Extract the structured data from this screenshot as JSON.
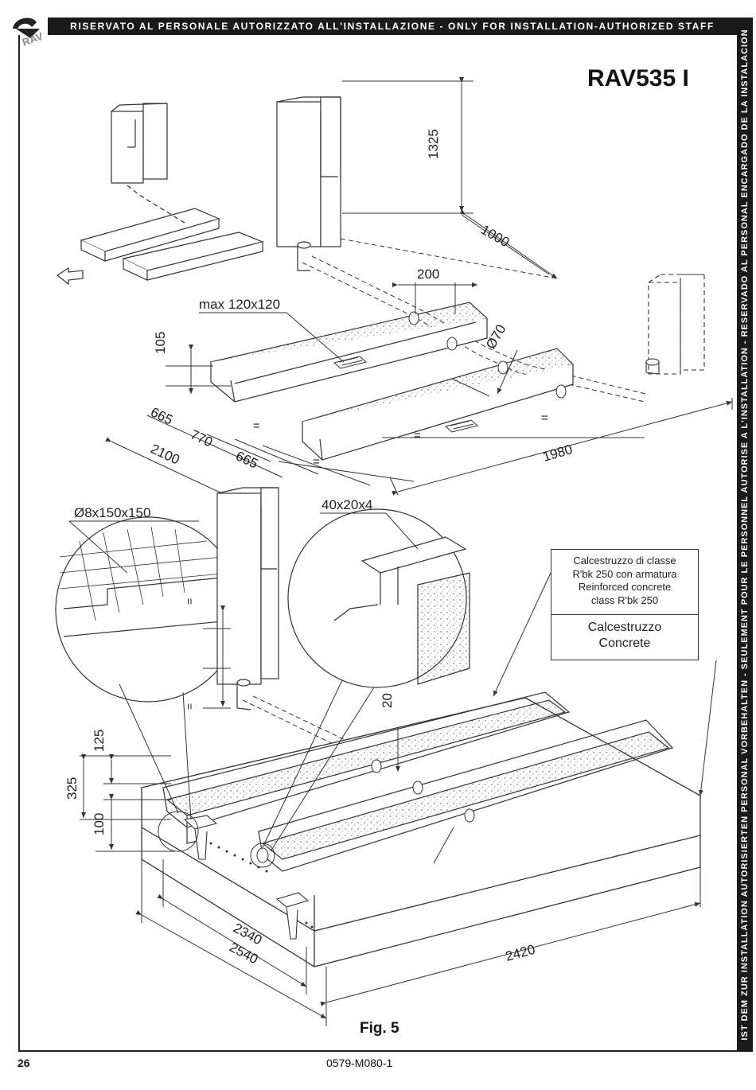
{
  "header": {
    "banner": "RISERVATO AL PERSONALE AUTORIZZATO ALL'INSTALLAZIONE - ONLY FOR INSTALLATION-AUTHORIZED STAFF"
  },
  "sidebar": {
    "banner": "IST DEM ZUR INSTALLATION AUTORISIERTEN PERSONAL VORBEHALTEN - SEULEMENT POUR LE PERSONNEL AUTORISE A L'INSTALLATION - RESERVADO AL PERSONAL ENCARGADO DE LA INSTALACION"
  },
  "logo": {
    "text": "RAV"
  },
  "title": "RAV535 I",
  "figure": {
    "caption": "Fig. 5"
  },
  "footer": {
    "page_number": "26",
    "doc_code": "0579-M080-1"
  },
  "dimensions": {
    "h1325": "1325",
    "d1000": "1000",
    "d200": "200",
    "max_size": "max 120x120",
    "d105": "105",
    "dia70": "Ø70",
    "d665a": "665",
    "d770": "770",
    "d665b": "665",
    "d2100": "2100",
    "d1980": "1980",
    "eq": "=",
    "mesh": "Ø8x150x150",
    "profile": "40x20x4",
    "d20": "20",
    "d125": "125",
    "d325": "325",
    "d100": "100",
    "d2340": "2340",
    "d2540": "2540",
    "d2420": "2420"
  },
  "legend": {
    "line1": "Calcestruzzo di classe",
    "line2": "R'bk 250 con armatura",
    "line3": "Reinforced concrete",
    "line4": "class R'bk 250",
    "line5": "Calcestruzzo",
    "line6": "Concrete"
  }
}
